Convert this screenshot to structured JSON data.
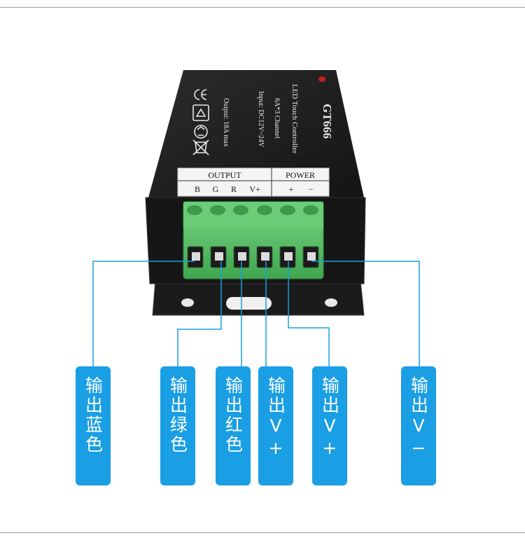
{
  "device": {
    "model": "GT666",
    "name": "LED Touch Controller",
    "channels": "6A*3 Channel",
    "input": "Input: DC12V~24V",
    "output": "Output: 18A max",
    "cert_marks": [
      "CE",
      "RoHS",
      "recycle-icon",
      "weee-bin-icon"
    ],
    "panel": {
      "output_title": "OUTPUT",
      "power_title": "POWER",
      "output_pins": [
        "B",
        "G",
        "R",
        "V+"
      ],
      "power_pins": [
        "+",
        "−"
      ]
    }
  },
  "labels": [
    "输出蓝色",
    "输出绿色",
    "输出红色",
    "输出V+",
    "输出V+",
    "输出V−"
  ],
  "colors": {
    "label_bg": "#1a9ee4",
    "terminal": "#5cc468",
    "housing": "#1c1c1c"
  }
}
